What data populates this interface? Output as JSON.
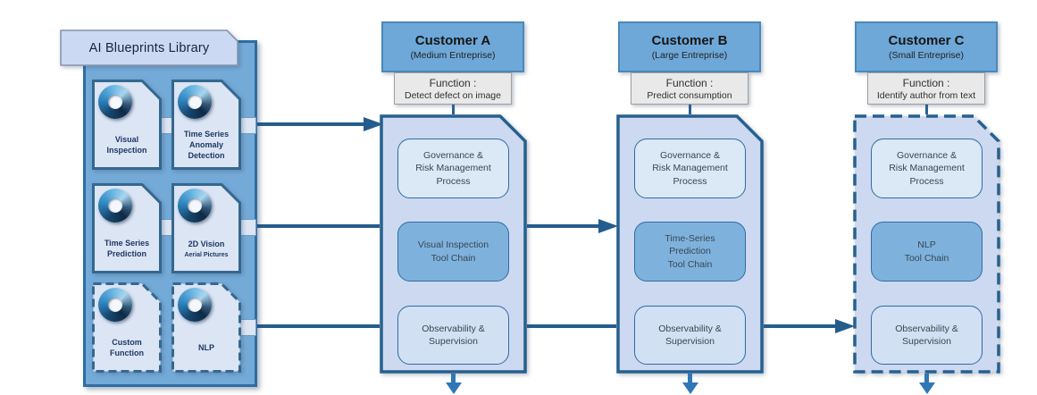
{
  "library": {
    "title": "AI Blueprints Library",
    "cards": [
      {
        "label": "Visual\nInspection",
        "dashed": false
      },
      {
        "label": "Time Series\nAnomaly\nDetection",
        "dashed": false
      },
      {
        "label": "Time Series\nPrediction",
        "dashed": false
      },
      {
        "label": "2D Vision",
        "sublabel": "Aerial Pictures",
        "dashed": false
      },
      {
        "label": "Custom\nFunction",
        "dashed": true
      },
      {
        "label": "NLP",
        "dashed": true
      }
    ]
  },
  "customers": [
    {
      "name": "Customer A",
      "segment": "(Medium Entreprise)",
      "function_title": "Function :",
      "function_desc": "Detect defect on image",
      "governance": "Governance &\nRisk Management\nProcess",
      "toolchain": "Visual Inspection\nTool Chain",
      "observability": "Observability &\nSupervision",
      "dashed": false
    },
    {
      "name": "Customer B",
      "segment": "(Large Entreprise)",
      "function_title": "Function :",
      "function_desc": "Predict consumption",
      "governance": "Governance &\nRisk Management\nProcess",
      "toolchain": "Time-Series\nPrediction\nTool Chain",
      "observability": "Observability &\nSupervision",
      "dashed": false
    },
    {
      "name": "Customer C",
      "segment": "(Small Entreprise)",
      "function_title": "Function :",
      "function_desc": "Identify author from text",
      "governance": "Governance &\nRisk Management\nProcess",
      "toolchain": "NLP\nTool Chain",
      "observability": "Observability &\nSupervision",
      "dashed": true
    }
  ],
  "colors": {
    "panel_blue": "#74aad8",
    "panel_border": "#2e6da4",
    "card_fill": "#dbe5f4",
    "body_fill": "#ccd9f0",
    "body_border": "#26608f",
    "header_fill": "#6ea8d8",
    "function_fill": "#e9e9e9",
    "governance_fill": "#dbe8f6",
    "toolchain_fill": "#7eb2dd",
    "observability_fill": "#d2e0f3",
    "arrow": "#245d8d",
    "down_arrow": "#2f77b5"
  }
}
